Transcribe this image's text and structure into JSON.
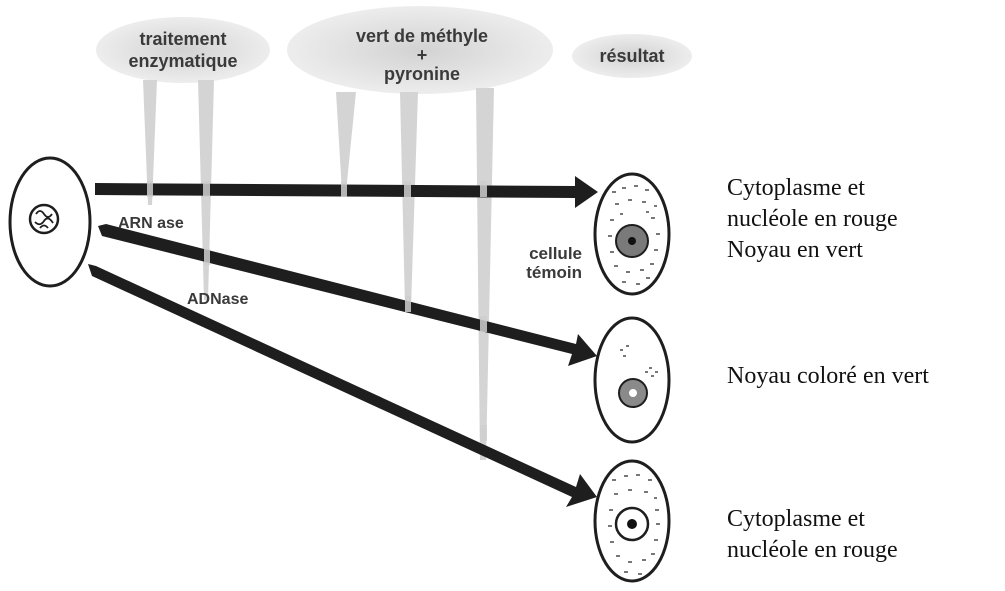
{
  "headers": {
    "enzyme": [
      "traitement",
      "enzymatique"
    ],
    "stain": [
      "vert de méthyle",
      "+",
      "pyronine"
    ],
    "result": "résultat"
  },
  "arrow_labels": {
    "rnase": "ARN ase",
    "dnase": "ADNase"
  },
  "control_label": [
    "cellule",
    "témoin"
  ],
  "results": [
    {
      "lines": [
        "Cytoplasme et",
        "nucléole en rouge",
        "Noyau en vert"
      ]
    },
    {
      "lines": [
        "Noyau coloré en vert"
      ]
    },
    {
      "lines": [
        "Cytoplasme et",
        "nucléole en rouge"
      ]
    }
  ],
  "colors": {
    "ink": "#1e1e1e",
    "cloud": "#dcdcdc",
    "stream": "#cfcfcf"
  }
}
